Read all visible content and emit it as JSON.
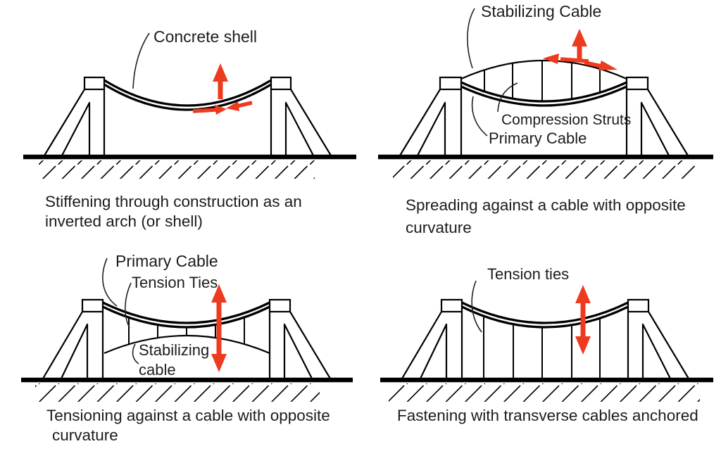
{
  "figure": {
    "colors": {
      "arrow_red": "#ee3a1e",
      "ink": "#000000",
      "text": "#1c1c1c",
      "background": "#ffffff"
    },
    "panels": {
      "top_left": {
        "label_concrete_shell": "Concrete shell",
        "caption_lines": [
          "Stiffening through construction as an",
          "inverted arch (or shell)"
        ]
      },
      "top_right": {
        "label_stabilizing_cable": "Stabilizing Cable",
        "label_compression_struts": "Compression Struts",
        "label_primary_cable": "Primary Cable",
        "caption_lines": [
          "Spreading against a cable with opposite",
          "curvature"
        ]
      },
      "bottom_left": {
        "label_primary_cable": "Primary Cable",
        "label_tension_ties": "Tension Ties",
        "label_stabilizing_cable_lines": [
          "Stabilizing",
          "cable"
        ],
        "caption_lines": [
          "Tensioning against a cable with opposite",
          "curvature"
        ]
      },
      "bottom_right": {
        "label_tension_ties": "Tension ties",
        "caption_lines": [
          "Fastening with transverse cables anchored"
        ]
      }
    }
  }
}
